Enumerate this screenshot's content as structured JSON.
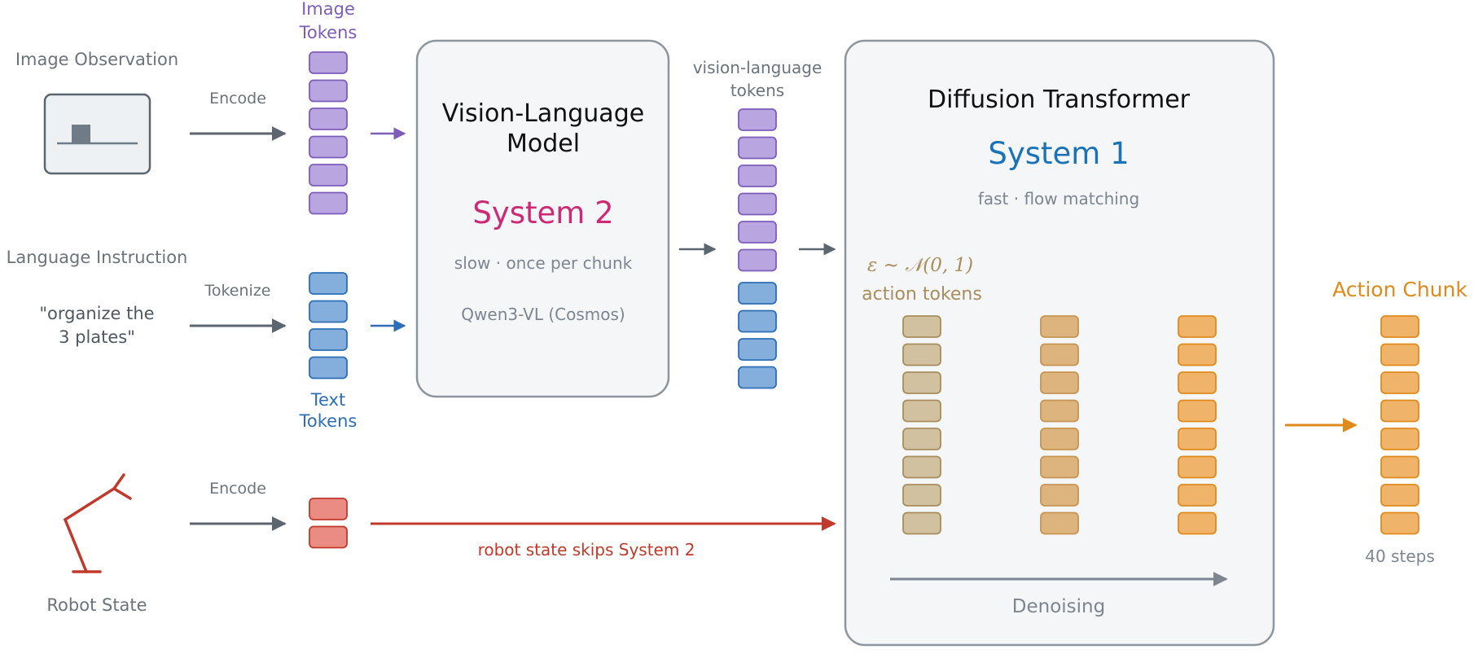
{
  "inputs": {
    "image": {
      "label": "Image Observation",
      "op": "Encode"
    },
    "language": {
      "label": "Language Instruction",
      "text_line1": "\"organize the",
      "text_line2": "3 plates\"",
      "op": "Tokenize"
    },
    "robot": {
      "label": "Robot State",
      "op": "Encode"
    }
  },
  "tokens": {
    "image_line1": "Image",
    "image_line2": "Tokens",
    "text_line1": "Text",
    "text_line2": "Tokens",
    "vl_line1": "vision-language",
    "vl_line2": "tokens",
    "image_count": 6,
    "text_count": 4,
    "state_count": 2,
    "vl_image_count": 6,
    "vl_text_count": 4
  },
  "vlm": {
    "title_line1": "Vision-Language",
    "title_line2": "Model",
    "system": "System 2",
    "subtitle": "slow · once per chunk",
    "model": "Qwen3-VL  (Cosmos)"
  },
  "dit": {
    "title": "Diffusion Transformer",
    "system": "System 1",
    "subtitle": "fast · flow matching",
    "noise": "ε ~ 𝒩(0, 1)",
    "action_tokens": "action tokens",
    "denoising": "Denoising",
    "columns": 3,
    "rows": 8
  },
  "robot_skip": "robot state skips System 2",
  "output": {
    "title": "Action Chunk",
    "rows": 8,
    "steps": "40 steps"
  },
  "colors": {
    "purple": "#b9a6e0",
    "purple_stroke": "#7d5cba",
    "blue": "#84afdc",
    "blue_stroke": "#2e6eb5",
    "red": "#ea8c84",
    "red_stroke": "#c0392b",
    "tan": "#d1c1a0",
    "tan_stroke": "#a88e5c",
    "tan_orange": "#ddb47e",
    "orange": "#f0b36a",
    "orange_stroke": "#e08a1c",
    "system2": "#cc2a74",
    "system1": "#1a72b8",
    "gray_text": "#6b737c",
    "arrow": "#5c6670"
  }
}
